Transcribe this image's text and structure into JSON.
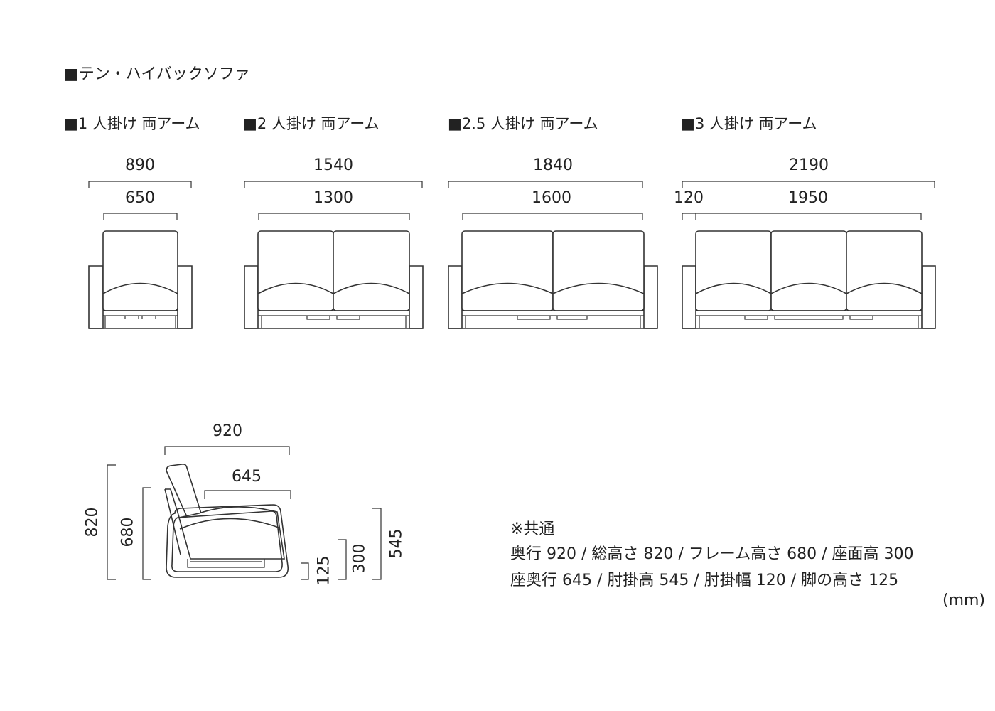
{
  "header": {
    "title": "■テン・ハイバックソファ"
  },
  "variants": [
    {
      "label": "■1 人掛け 両アーム",
      "overall": "890",
      "seat": "650"
    },
    {
      "label": "■2 人掛け 両アーム",
      "overall": "1540",
      "seat": "1300"
    },
    {
      "label": "■2.5 人掛け 両アーム",
      "overall": "1840",
      "seat": "1600"
    },
    {
      "label": "■3 人掛け 両アーム",
      "overall": "2190",
      "seat": "1950",
      "arm": "120"
    }
  ],
  "side_view": {
    "depth": "920",
    "seat_depth": "645",
    "total_height": "820",
    "frame_height": "680",
    "leg_height": "125",
    "seat_height": "300",
    "arm_height": "545"
  },
  "notes": {
    "heading": "※共通",
    "line1": "奥行 920 / 総高さ 820 / フレーム高さ 680 / 座面高 300",
    "line2": "座奥行 645 / 肘掛高 545 / 肘掛幅 120 / 脚の高さ 125",
    "unit": "(mm)"
  },
  "colors": {
    "line": "#333333",
    "text": "#222222",
    "background": "#ffffff"
  }
}
